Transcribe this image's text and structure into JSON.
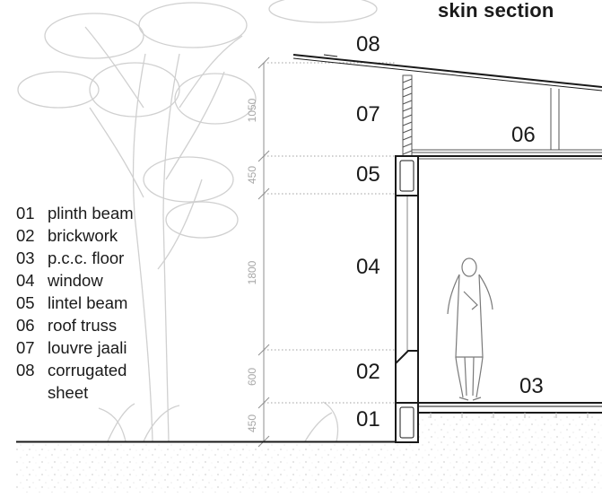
{
  "title": "skin section",
  "legend": [
    {
      "num": "01",
      "label": "plinth beam"
    },
    {
      "num": "02",
      "label": "brickwork"
    },
    {
      "num": "03",
      "label": "p.c.c. floor"
    },
    {
      "num": "04",
      "label": "window"
    },
    {
      "num": "05",
      "label": "lintel beam"
    },
    {
      "num": "06",
      "label": "roof truss"
    },
    {
      "num": "07",
      "label": "louvre jaali"
    },
    {
      "num": "08",
      "label": "corrugated"
    },
    {
      "num": "",
      "label": "sheet"
    }
  ],
  "tags": [
    "01",
    "02",
    "03",
    "04",
    "05",
    "06",
    "07",
    "08"
  ],
  "dimensions": [
    "1050",
    "450",
    "1800",
    "600",
    "450"
  ],
  "colors": {
    "line": "#1a1a1a",
    "sketch": "#cfcfcf",
    "dimension": "#a8a8a8"
  }
}
